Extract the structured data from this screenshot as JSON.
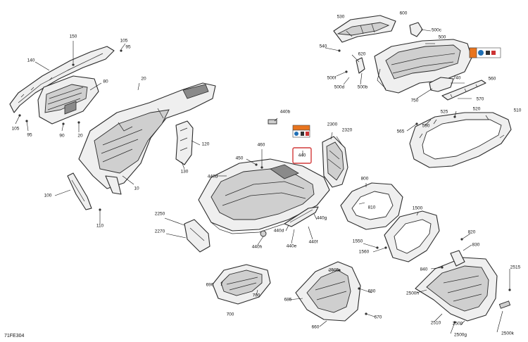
{
  "reference_code": "71FE304",
  "labels": {
    "l150": "150",
    "l105a": "105",
    "l95a": "95",
    "l140": "140",
    "l80": "80",
    "l20a": "20",
    "l105b": "105",
    "l95b": "95",
    "l90": "90",
    "l20b": "20",
    "l120": "120",
    "l130": "130",
    "l10": "10",
    "l100": "100",
    "l110": "110",
    "l530": "530",
    "l600": "600",
    "l500c": "500c",
    "l540": "540",
    "l620": "620",
    "l500": "500",
    "l500f": "500f",
    "l500d": "500d",
    "l500b": "500b",
    "l740": "740",
    "l560": "560",
    "l750": "750",
    "l570": "570",
    "l525": "525",
    "l520": "520",
    "l510": "510",
    "l565": "565",
    "l590": "590",
    "l440b": "440b",
    "l2300": "2300",
    "l2320": "2320",
    "l460": "460",
    "l450": "450",
    "l440": "440",
    "l440d_a": "440d",
    "l800": "800",
    "l810": "810",
    "l1500": "1500",
    "l2250": "2250",
    "l2270": "2270",
    "l440d_b": "440d",
    "l440g": "440g",
    "l440f": "440f",
    "l440h": "440h",
    "l440e": "440e",
    "l1550": "1550",
    "l1560": "1560",
    "l820": "820",
    "l830": "830",
    "l840": "840",
    "l2515": "2515",
    "l2505": "2505",
    "l690": "690",
    "l700": "700",
    "l685": "685",
    "l680": "680",
    "l670": "670",
    "l660": "660",
    "l2500h": "2500h",
    "l2510": "2510",
    "l2500": "2500",
    "l2500g": "2500g",
    "l2500k": "2500k"
  }
}
